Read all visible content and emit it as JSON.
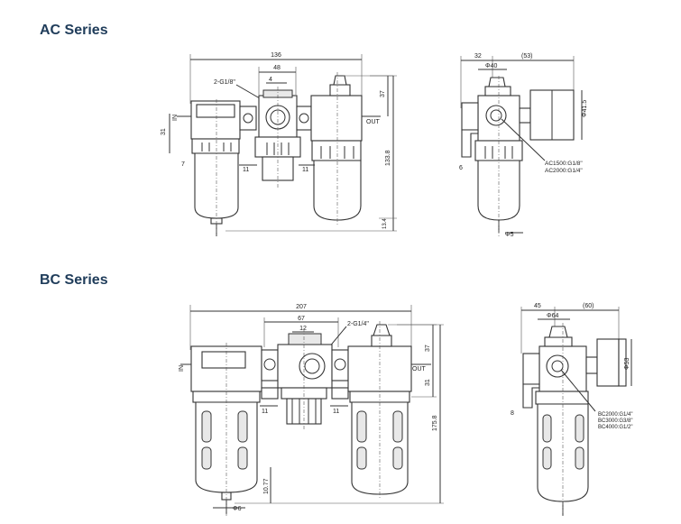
{
  "sections": [
    {
      "title": "AC Series",
      "front_view": {
        "port_label": "2-G1/8\"",
        "in_label": "IN",
        "out_label": "OUT",
        "dimensions": [
          "136",
          "48",
          "4",
          "37",
          "31",
          "7",
          "11",
          "11",
          "133.8",
          "13.4"
        ]
      },
      "side_view": {
        "dimensions": [
          "32",
          "(53)",
          "Φ40",
          "Φ41.5",
          "6",
          "Φ5"
        ],
        "port_note_1": "AC1500:G1/8\"",
        "port_note_2": "AC2000:G1/4\""
      }
    },
    {
      "title": "BC Series",
      "front_view": {
        "port_label": "2-G1/4\"",
        "in_label": "IN",
        "out_label": "OUT",
        "dimensions": [
          "207",
          "67",
          "12",
          "37",
          "31",
          "11",
          "11",
          "175.8",
          "10.77",
          "Φ6"
        ]
      },
      "side_view": {
        "dimensions": [
          "45",
          "(60)",
          "Φ64",
          "Φ53",
          "8"
        ],
        "port_note_1": "BC2000:G1/4\"",
        "port_note_2": "BC3000:G3/8\"",
        "port_note_3": "BC4000:G1/2\""
      }
    }
  ]
}
